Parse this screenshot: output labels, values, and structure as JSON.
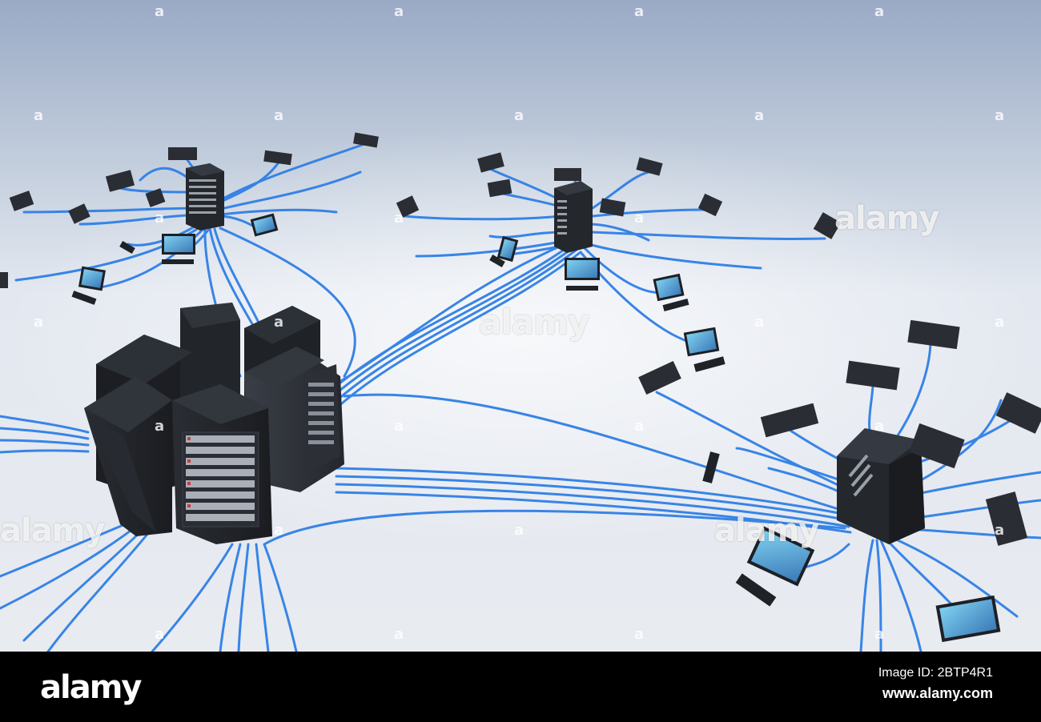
{
  "photo": {
    "subject": "3D render: central server cluster connected by blue cables to satellite server racks and desktop computers",
    "colors": {
      "background_top": "#9aaac6",
      "background_floor": "#e7ebf1",
      "cable": "#2f7fe6",
      "server": "#23262c"
    }
  },
  "watermark": {
    "text": "alamy",
    "small_mark": "a"
  },
  "footer": {
    "logo": "alamy",
    "image_id_label": "Image ID: 2BTP4R1",
    "url": "www.alamy.com"
  }
}
